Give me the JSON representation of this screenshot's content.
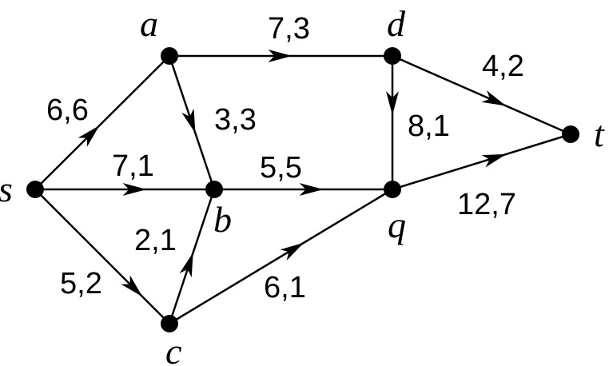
{
  "nodes": [
    {
      "id": "s",
      "label": "s"
    },
    {
      "id": "a",
      "label": "a"
    },
    {
      "id": "b",
      "label": "b"
    },
    {
      "id": "c",
      "label": "c"
    },
    {
      "id": "d",
      "label": "d"
    },
    {
      "id": "q",
      "label": "q"
    },
    {
      "id": "t",
      "label": "t"
    }
  ],
  "edges": [
    {
      "id": "s-a",
      "from": "s",
      "to": "a",
      "label": "6,6"
    },
    {
      "id": "s-b",
      "from": "s",
      "to": "b",
      "label": "7,1"
    },
    {
      "id": "s-c",
      "from": "s",
      "to": "c",
      "label": "5,2"
    },
    {
      "id": "a-d",
      "from": "a",
      "to": "d",
      "label": "7,3"
    },
    {
      "id": "a-b",
      "from": "a",
      "to": "b",
      "label": "3,3"
    },
    {
      "id": "c-b",
      "from": "c",
      "to": "b",
      "label": "2,1"
    },
    {
      "id": "b-q",
      "from": "b",
      "to": "q",
      "label": "5,5"
    },
    {
      "id": "c-q",
      "from": "c",
      "to": "q",
      "label": "6,1"
    },
    {
      "id": "d-q",
      "from": "d",
      "to": "q",
      "label": "8,1"
    },
    {
      "id": "d-t",
      "from": "d",
      "to": "t",
      "label": "4,2"
    },
    {
      "id": "q-t",
      "from": "q",
      "to": "t",
      "label": "12,7"
    }
  ]
}
